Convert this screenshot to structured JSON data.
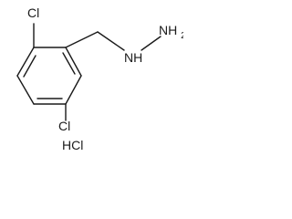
{
  "structure": {
    "atom_labels": {
      "cl_top": "Cl",
      "cl_bottom": "Cl",
      "nh": "NH",
      "nh2": "NH",
      "nh2_subscript": "2"
    },
    "salt": "HCl"
  }
}
